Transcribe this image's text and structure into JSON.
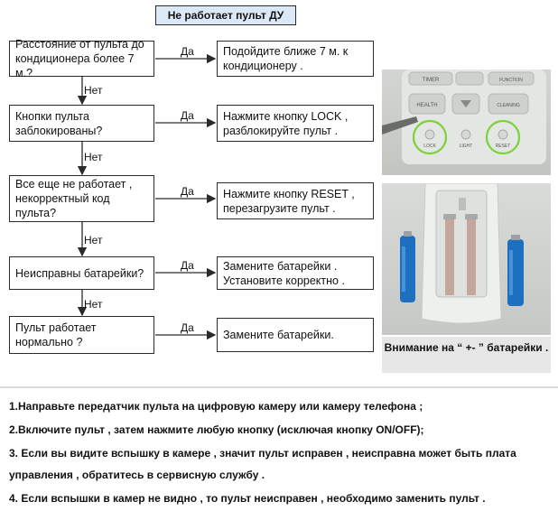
{
  "title": "Не работает пульт ДУ",
  "steps": [
    {
      "question": "Расстояние от пульта до кондиционера более 7 м.?",
      "yes": "Да",
      "action": "Подойдите ближе 7 м. к кондиционеру .",
      "no": "Нет"
    },
    {
      "question": "Кнопки пульта заблокированы?",
      "yes": "Да",
      "action": "Нажмите кнопку LOCK , разблокируйте пульт .",
      "no": "Нет"
    },
    {
      "question": "Все еще не работает , некорректный код пульта?",
      "yes": "Да",
      "action": "Нажмите кнопку RESET , перезагрузите пульт .",
      "no": "Нет"
    },
    {
      "question": "Неисправны батарейки?",
      "yes": "Да",
      "action": "Замените батарейки . Установите корректно .",
      "no": "Нет"
    },
    {
      "question": "Пульт работает нормально ?",
      "yes": "Да",
      "action": "Замените батарейки."
    }
  ],
  "remote": {
    "buttons": [
      "TIMER",
      "FUNCTION",
      "HEALTH",
      "CLEANING",
      "LOCK",
      "LIGHT",
      "RESET"
    ]
  },
  "note": "Внимание на  “ +- ” батарейки .",
  "instructions": [
    "1.Направьте передатчик пульта  на цифровую камеру или камеру телефона ;",
    "2.Включите пульт  , затем нажмите любую кнопку (исключая кнопку ON/OFF);",
    "3. Если вы видите вспышку в камере , значит пульт исправен , неисправна может быть плата управления , обратитесь  в сервисную службу  .",
    "4. Если вспышки в камер не видно , то пульт неисправен , необходимо заменить пульт ."
  ],
  "colors": {
    "title_bg": "#dbe9f7",
    "border": "#2a2a2a",
    "highlight": "#7bd13a",
    "battery": "#1d6fbf"
  }
}
